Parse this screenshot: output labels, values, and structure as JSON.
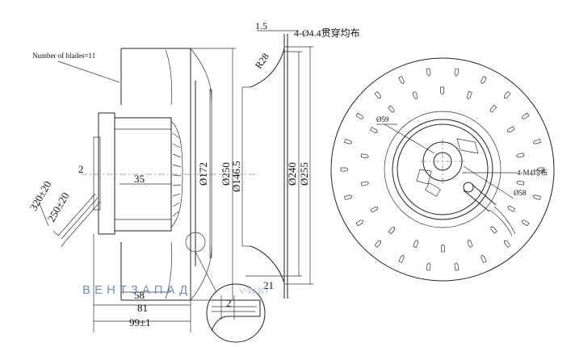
{
  "annotations": {
    "blades": "Number of blades=11",
    "holes": "4-Ø4.4贯穿均布",
    "thickness": "1.5",
    "radius": "R28",
    "d59": "Ø59",
    "d58": "Ø58",
    "m4": "4-M4均布"
  },
  "dimensions": {
    "d172": "Ø172",
    "d250": "Ø250",
    "d146": "Ø146.5",
    "d240": "Ø240",
    "d255": "Ø255",
    "two": "2",
    "two_detail": "2",
    "l35": "35",
    "l58": "58",
    "l81": "81",
    "l99": "99±1",
    "l21": "21",
    "cable320": "320±20",
    "cable250": "250±20"
  },
  "watermark": {
    "brand": "ВЕНТЗАПАД",
    "site": "V-W.BY",
    "brand_color": "#6f8fbd"
  }
}
